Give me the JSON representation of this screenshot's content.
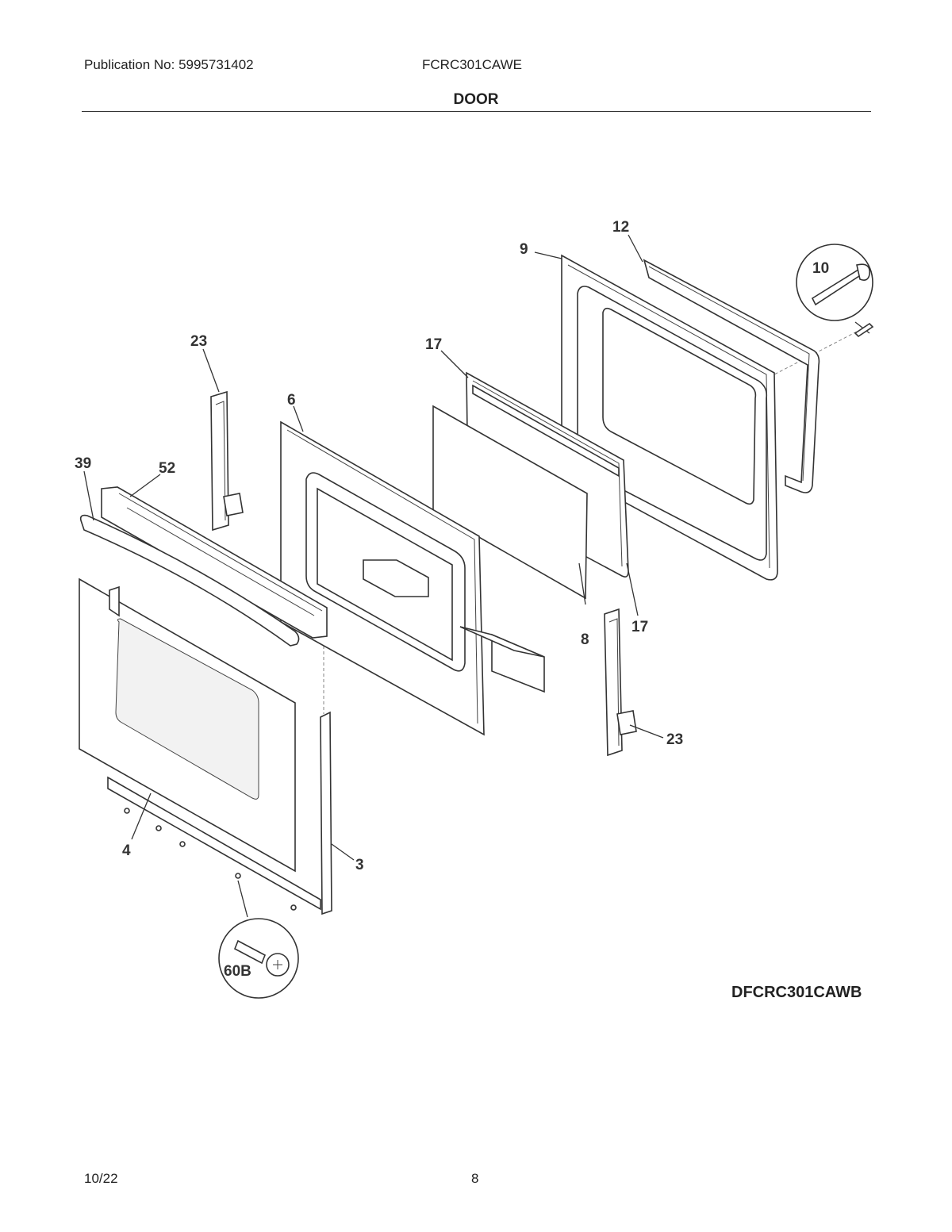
{
  "header": {
    "publication": "Publication No: 5995731402",
    "model": "FCRC301CAWE",
    "section_title": "DOOR"
  },
  "diagram": {
    "code": "DFCRC301CAWB",
    "callouts": {
      "c12": "12",
      "c9": "9",
      "c10": "10",
      "c23a": "23",
      "c17a": "17",
      "c6": "6",
      "c39": "39",
      "c52": "52",
      "c8": "8",
      "c17b": "17",
      "c23b": "23",
      "c4": "4",
      "c3": "3",
      "c60b": "60B"
    }
  },
  "footer": {
    "date": "10/22",
    "page": "8"
  }
}
